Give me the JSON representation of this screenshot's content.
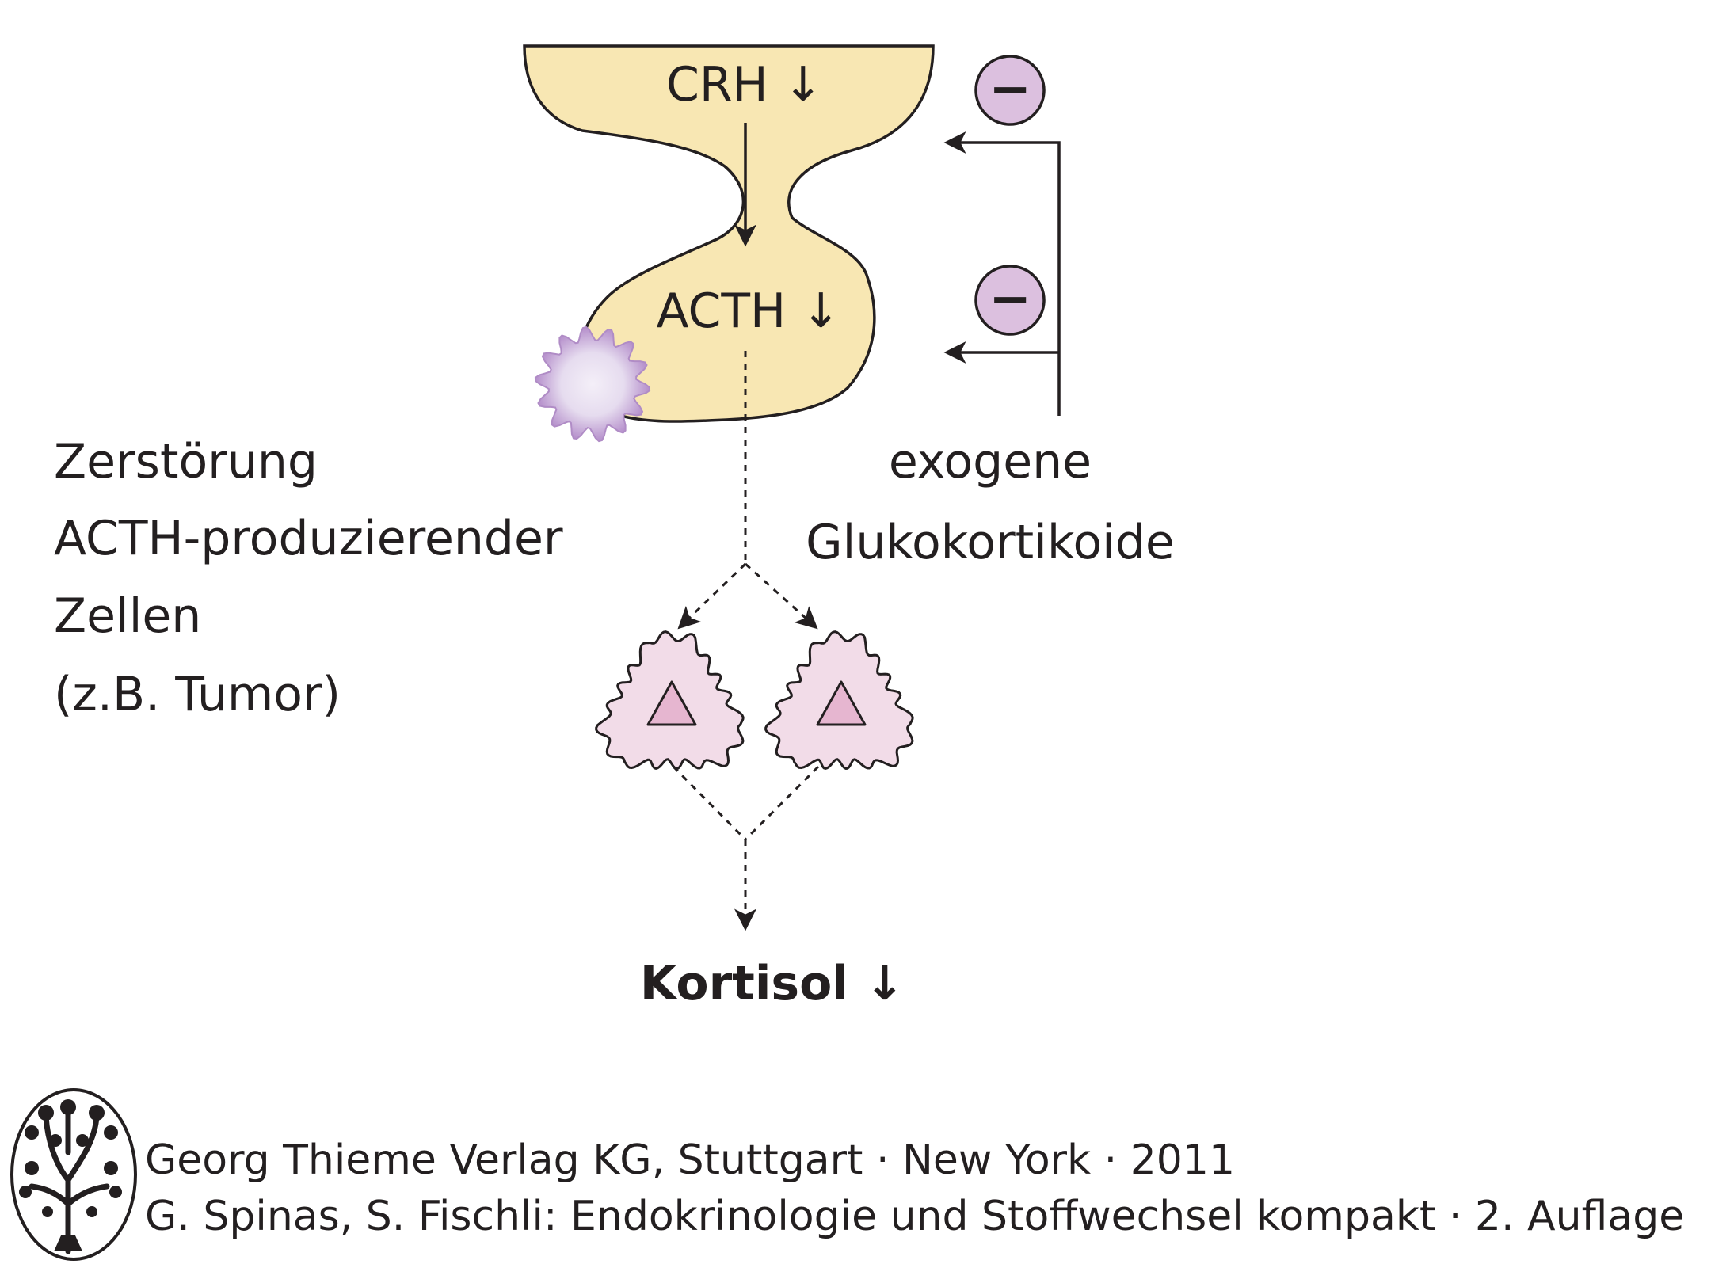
{
  "labels": {
    "crh": "CRH ↓",
    "acth": "ACTH ↓",
    "kortisol": "Kortisol ↓",
    "destruction_line1": "Zerstörung",
    "destruction_line2": "ACTH-produzierender",
    "destruction_line3": "Zellen",
    "destruction_line4": "(z.B. Tumor)",
    "exogenous_line1": "exogene",
    "exogenous_line2": "Glukokortikoide",
    "inhibition_symbol": "−"
  },
  "publisher": {
    "line1": "Georg Thieme Verlag KG, Stuttgart · New York · 2011",
    "line2": "G. Spinas, S. Fischli: Endokrinologie und Stoffwechsel kompakt · 2. Auflage"
  },
  "colors": {
    "pituitary_fill": "#f8e7b3",
    "tumor_fill": "#e4d8ee",
    "tumor_edge": "#b08cc6",
    "adrenal_outer": "#f2dce8",
    "adrenal_inner": "#e6b6d0",
    "inhibitor_fill": "#dcc0df",
    "line": "#231f20"
  }
}
